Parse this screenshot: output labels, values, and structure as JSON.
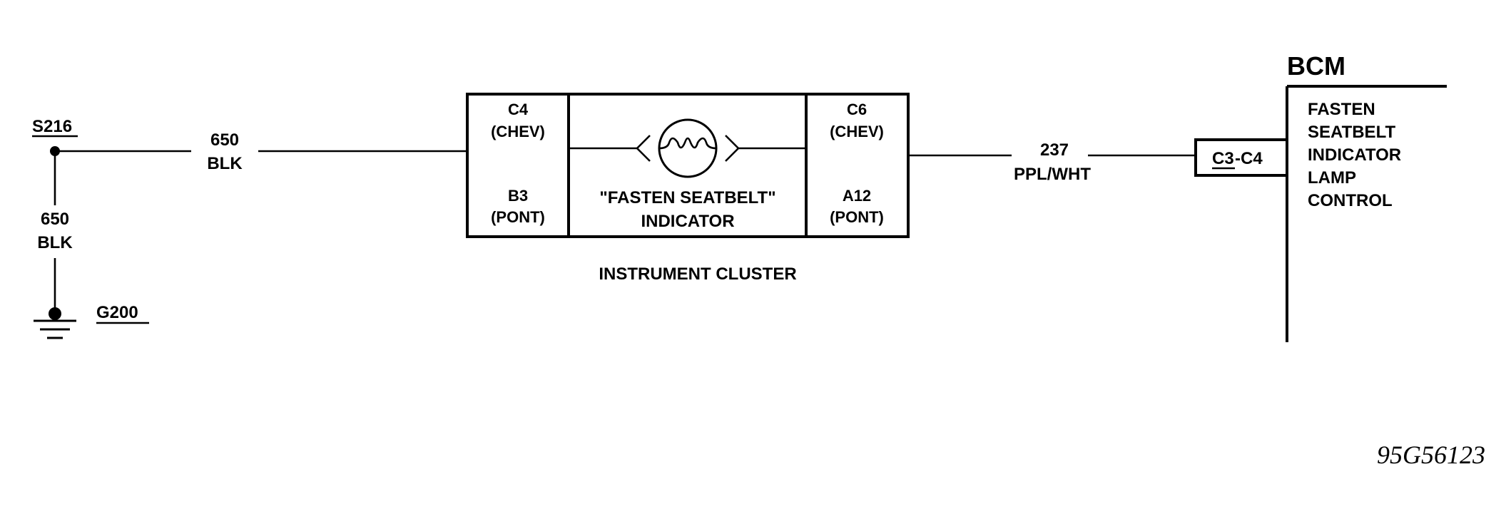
{
  "splice": {
    "label": "S216"
  },
  "ground": {
    "label": "G200"
  },
  "wire_left": {
    "circuit": "650",
    "color": "BLK"
  },
  "wire_down": {
    "circuit": "650",
    "color": "BLK"
  },
  "cluster": {
    "left_top_pin": "C4",
    "left_top_note": "(CHEV)",
    "left_bot_pin": "B3",
    "left_bot_note": "(PONT)",
    "right_top_pin": "C6",
    "right_top_note": "(CHEV)",
    "right_bot_pin": "A12",
    "right_bot_note": "(PONT)",
    "indicator_line1": "\"FASTEN SEATBELT\"",
    "indicator_line2": "INDICATOR",
    "caption": "INSTRUMENT CLUSTER"
  },
  "wire_right": {
    "circuit": "237",
    "color": "PPL/WHT"
  },
  "connector": {
    "part1": "C3",
    "part2": "-C4"
  },
  "bcm": {
    "title": "BCM",
    "function_lines": [
      "FASTEN",
      "SEATBELT",
      "INDICATOR",
      "LAMP",
      "CONTROL"
    ]
  },
  "figure_id": "95G56123"
}
